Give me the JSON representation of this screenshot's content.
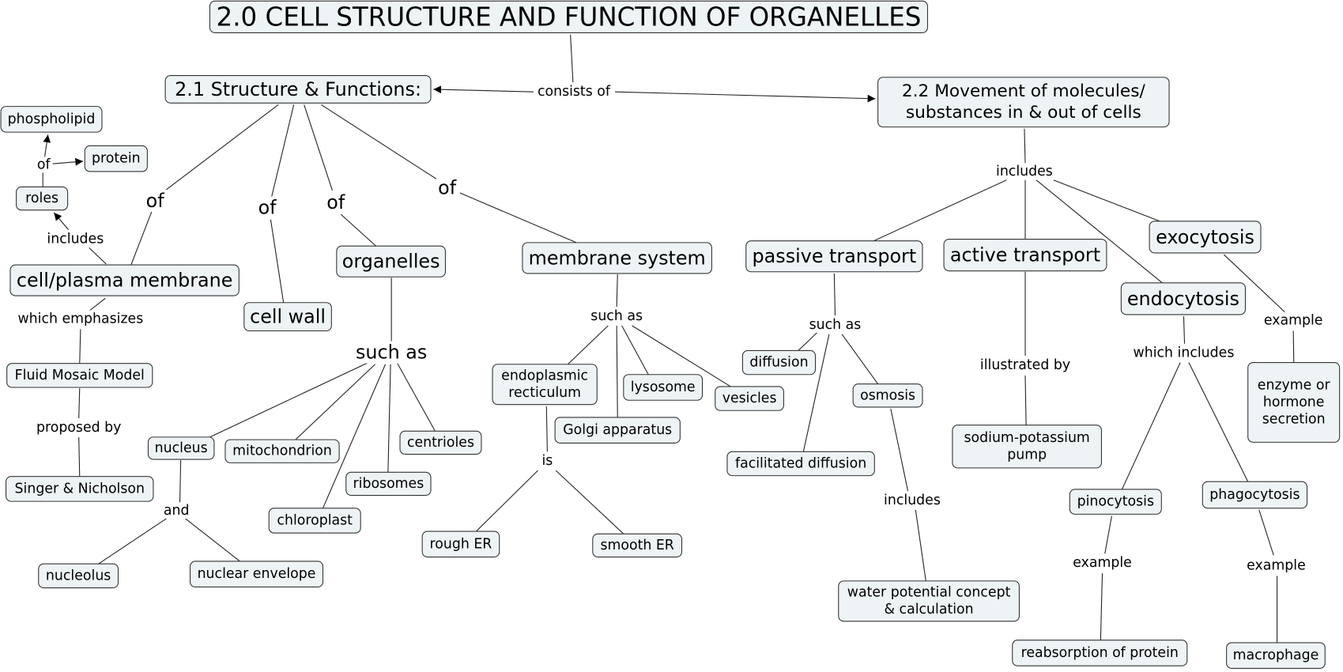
{
  "colors": {
    "node_fill": "#eef4f6",
    "node_border": "#333333",
    "line": "#222222",
    "background": "#ffffff"
  },
  "concepts": {
    "title": "2.0 CELL STRUCTURE AND FUNCTION OF ORGANELLES",
    "structure": "2.1 Structure & Functions:",
    "movement": [
      "2.2  Movement of molecules/",
      "substances in & out of cells"
    ],
    "phospholipid": "phospholipid",
    "protein": "protein",
    "roles": "roles",
    "cell_membrane": "cell/plasma membrane",
    "cell_wall": "cell wall",
    "organelles": "organelles",
    "membrane_system": "membrane system",
    "passive": "passive transport",
    "active": "active transport",
    "exocytosis": "exocytosis",
    "endocytosis": "endocytosis",
    "fluid_mosaic": "Fluid Mosaic Model",
    "singer": "Singer & Nicholson",
    "nucleus": "nucleus",
    "mitochondrion": "mitochondrion",
    "centrioles": "centrioles",
    "ribosomes": "ribosomes",
    "chloroplast": "chloroplast",
    "nucleolus": "nucleolus",
    "nuclear_envelope": "nuclear envelope",
    "er": [
      "endoplasmic",
      "recticulum"
    ],
    "lysosome": "lysosome",
    "vesicles": "vesicles",
    "golgi": "Golgi apparatus",
    "rough_er": "rough ER",
    "smooth_er": "smooth ER",
    "diffusion": "diffusion",
    "osmosis": "osmosis",
    "facilitated": "facilitated diffusion",
    "water_potential": [
      "water potential concept",
      "& calculation"
    ],
    "sodium_pump": [
      "sodium-potassium",
      "pump"
    ],
    "pinocytosis": "pinocytosis",
    "phagocytosis": "phagocytosis",
    "enzyme": [
      "enzyme or",
      "hormone",
      "secretion"
    ],
    "reabsorption": "reabsorption of protein",
    "macrophage": "macrophage"
  },
  "linking_phrases": {
    "consists_of": "consists of",
    "includes_22": "includes",
    "of_roles": "of",
    "includes_membrane": "includes",
    "which_emphasizes": "which emphasizes",
    "proposed_by": "proposed by",
    "of_1": "of",
    "of_2": "of",
    "of_3": "of",
    "of_4": "of",
    "such_as_organelles": "such as",
    "and_nucleus": "and",
    "such_as_membrane": "such as",
    "is_er": "is",
    "such_as_passive": "such as",
    "includes_osmosis": "includes",
    "illustrated_by": "illustrated by",
    "which_includes": "which includes",
    "example_exo": "example",
    "example_pino": "example",
    "example_phago": "example"
  }
}
